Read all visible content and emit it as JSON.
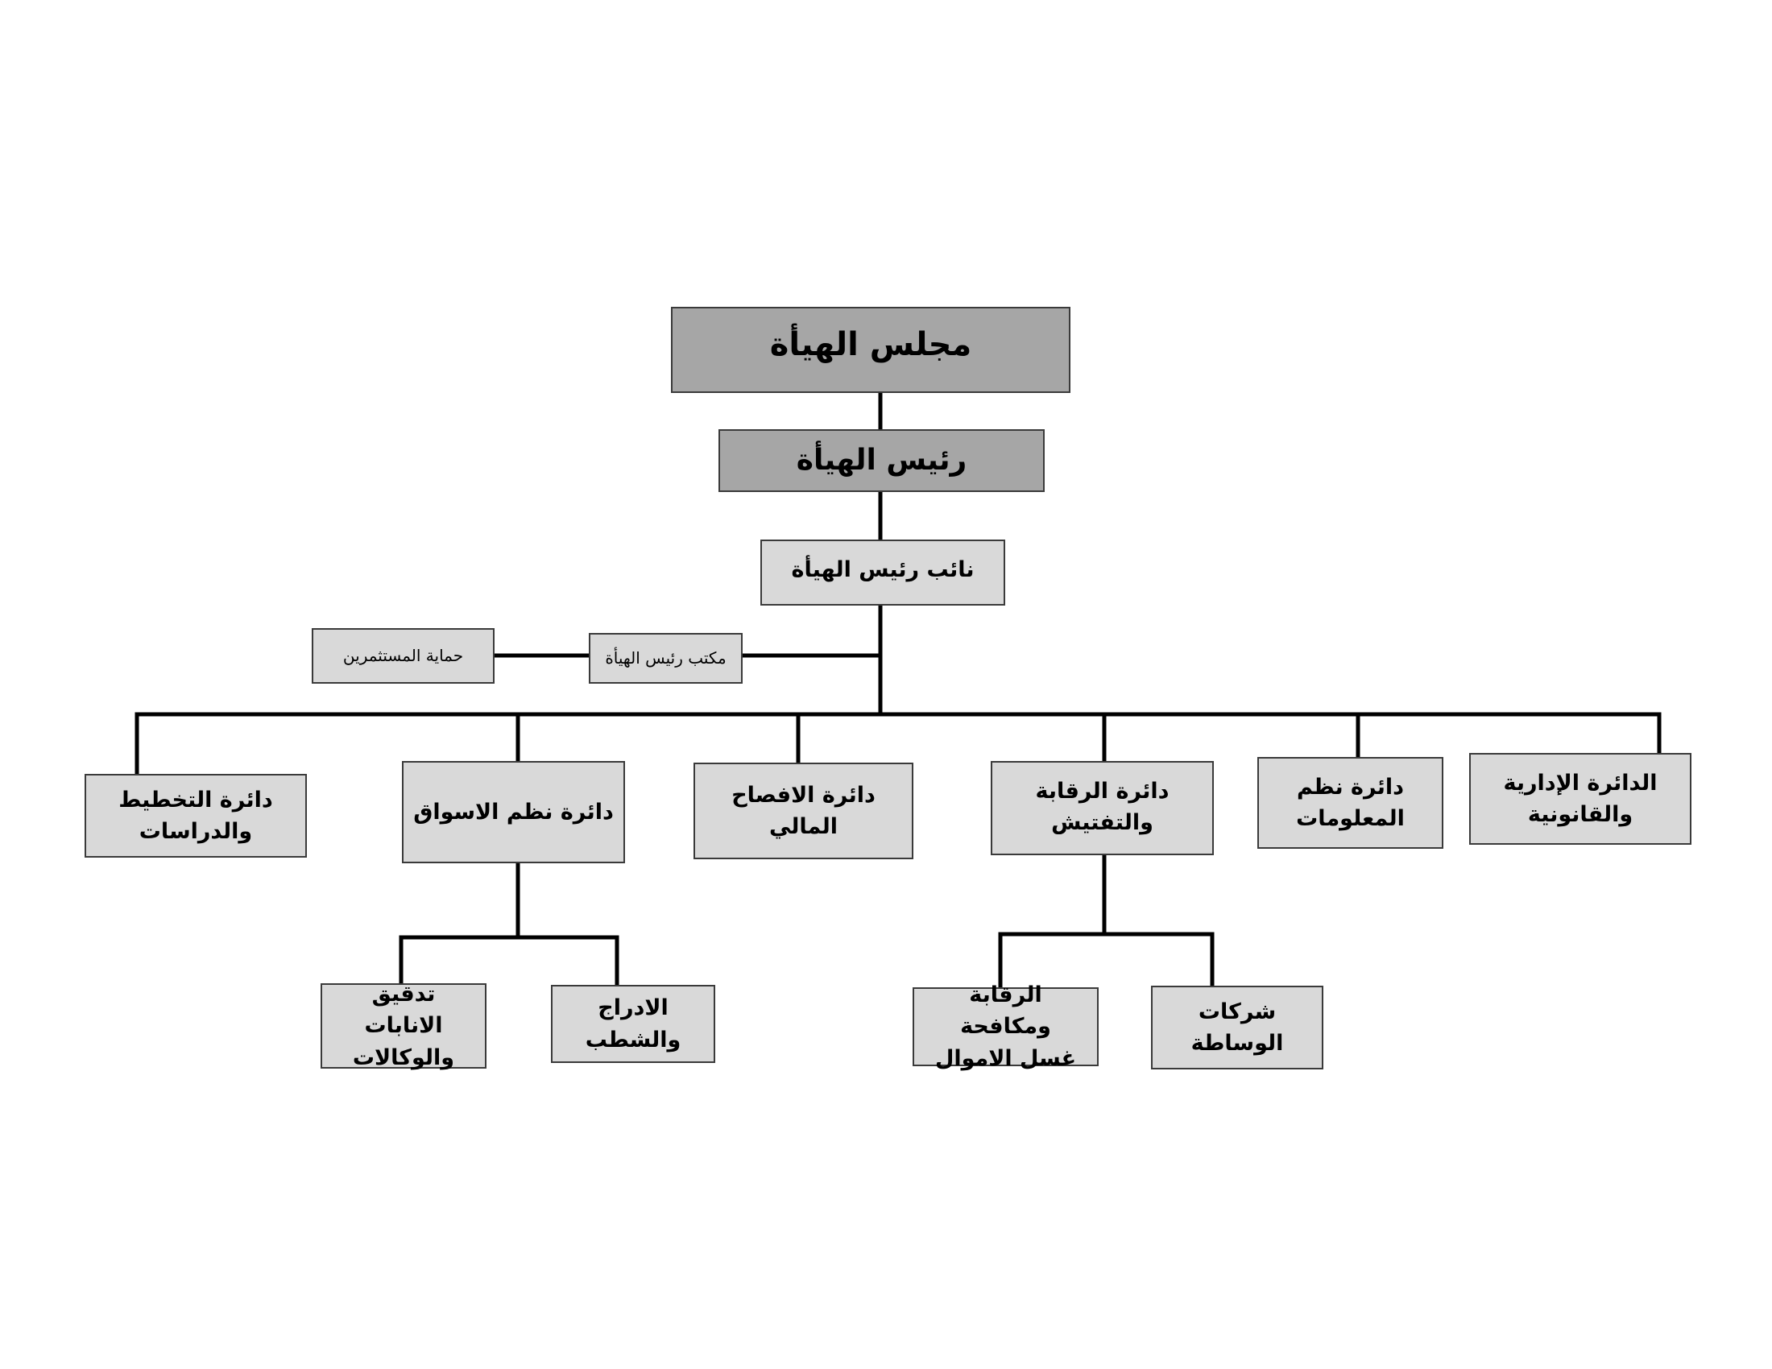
{
  "org_chart": {
    "board": "مجلس الهيأة",
    "chairman": "رئيس الهيأة",
    "vice_chairman": "نائب رئيس الهيأة",
    "chairman_office": "مكتب رئيس الهيأة",
    "investor_protection": "حماية المستثمرين",
    "departments": {
      "administrative_legal": "الدائرة الإدارية\nوالقانونية",
      "information_systems": "دائرة نظم\nالمعلومات",
      "supervision_inspection": "دائرة الرقابة والتفتيش",
      "financial_disclosure": "دائرة الافصاح المالي",
      "market_systems": "دائرة  نظم الاسواق",
      "planning_studies": "دائرة التخطيط\nوالدراسات"
    },
    "sub_units": {
      "brokerage_firms": "شركات\nالوساطة",
      "aml_supervision": "الرقابة ومكافحة\nغسل الاموال",
      "listing_delisting": "الادراج\nوالشطب",
      "custody_agency_audit": "تدقيق الانابات\nوالوكالات"
    }
  },
  "colors": {
    "dark_box": "#a6a6a6",
    "light_box": "#d9d9d9",
    "line": "#000000"
  }
}
